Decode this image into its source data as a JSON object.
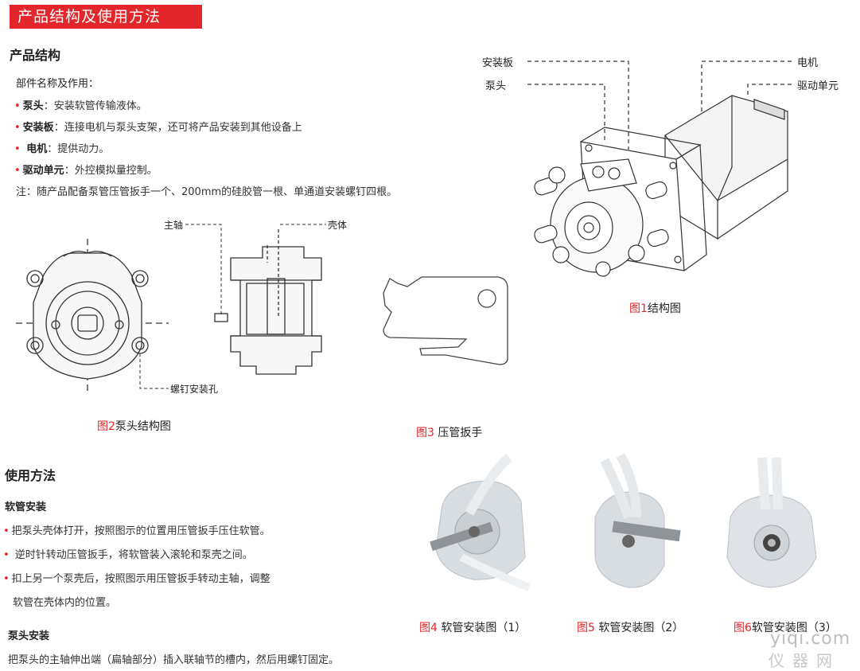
{
  "banner": "产品结构及使用方法",
  "structure": {
    "heading": "产品结构",
    "parts_title": "部件名称及作用：",
    "parts": [
      {
        "name": "泵头",
        "desc": "：安装软管传输液体。"
      },
      {
        "name": "安装板",
        "desc": "：连接电机与泵头支架，还可将产品安装到其他设备上"
      },
      {
        "name": " 电机",
        "desc": "：提供动力。"
      },
      {
        "name": "驱动单元",
        "desc": "：外控模拟量控制。"
      }
    ],
    "note": "注：随产品配备泵管压管扳手一个、200mm的硅胶管一根、单通道安装螺钉四根。"
  },
  "fig1": {
    "labels": {
      "mount_plate": "安装板",
      "pump_head": "泵头",
      "motor": "电机",
      "drive_unit": "驱动单元"
    },
    "caption_num": "图1",
    "caption_text": "结构图"
  },
  "fig2": {
    "labels": {
      "main_shaft": "主轴",
      "housing": "壳体",
      "screw_hole": "螺钉安装孔"
    },
    "caption_num": "图2",
    "caption_text": "泵头结构图"
  },
  "fig3": {
    "caption_num": "图3",
    "caption_text": " 压管扳手"
  },
  "usage": {
    "heading": "使用方法",
    "tube_heading": "软管安装",
    "steps": [
      "把泵头壳体打开，按照图示的位置用压管扳手压住软管。",
      " 逆时针转动压管扳手，将软管装入滚轮和泵壳之间。",
      "扣上另一个泵壳后，按照图示用压管扳手转动主轴，调整"
    ],
    "step3_cont": "软管在壳体内的位置。",
    "pump_heading": "泵头安装",
    "pump_text": "把泵头的主轴伸出端（扁轴部分）插入联轴节的槽内，然后用螺钉固定。"
  },
  "photos": [
    {
      "caption_num": "图4",
      "caption_text": " 软管安装图（1）"
    },
    {
      "caption_num": "图5",
      "caption_text": " 软管安装图（2）"
    },
    {
      "caption_num": "图6",
      "caption_text": "软管安装图（3）"
    }
  ],
  "watermark": {
    "site": "yiqi.com",
    "cn": "仪器网"
  }
}
